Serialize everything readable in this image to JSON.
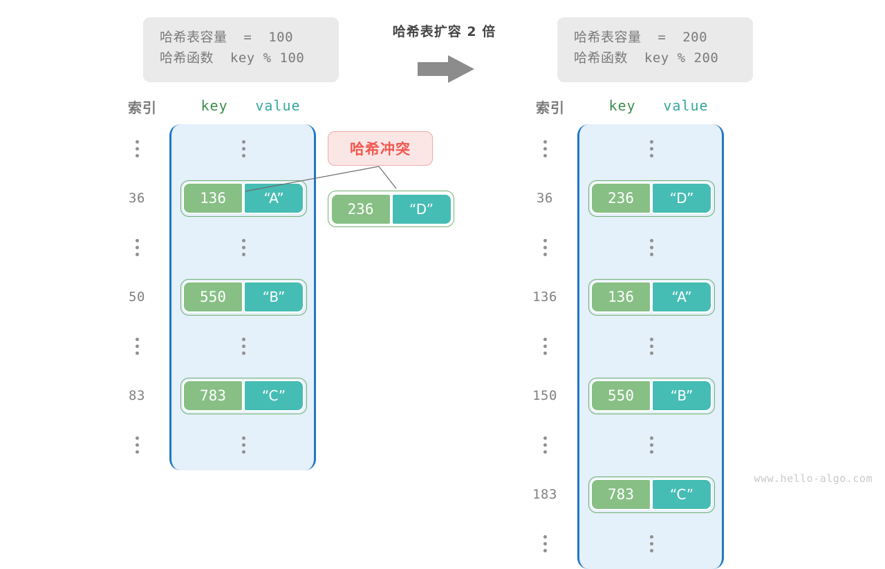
{
  "header": {
    "left_box": {
      "capacity_label": "哈希表容量",
      "capacity_text": "哈希表容量  =  100",
      "hashfn_text": "哈希函数  key % 100",
      "capacity_value": "100",
      "hash_function": "key % 100"
    },
    "right_box": {
      "capacity_label": "哈希表容量",
      "capacity_text": "哈希表容量  =  200",
      "hashfn_text": "哈希函数  key % 200",
      "capacity_value": "200",
      "hash_function": "key % 200"
    },
    "expand_title": "哈希表扩容 2 倍",
    "arrow_icon": "right-arrow-icon"
  },
  "columns": {
    "index_header": "索引",
    "key_header": "key",
    "value_header": "value"
  },
  "colors": {
    "bucket_fill": "#e4f0fa",
    "bucket_border": "#1f77c4",
    "key_cell": "#87bf85",
    "value_cell": "#46bdb4",
    "pair_border": "#6fb06f",
    "badge_fill": "#fbe6e6",
    "badge_border": "#f0a8a8",
    "badge_text": "#f2584f",
    "info_box": "#eaeaea",
    "arrow": "#8c8c8c"
  },
  "left_table": {
    "title": "哈希表容量 = 100",
    "rows": [
      {
        "type": "dots",
        "index": ""
      },
      {
        "type": "entry",
        "index": "36",
        "key": "136",
        "value": "“A”"
      },
      {
        "type": "dots",
        "index": ""
      },
      {
        "type": "entry",
        "index": "50",
        "key": "550",
        "value": "“B”"
      },
      {
        "type": "dots",
        "index": ""
      },
      {
        "type": "entry",
        "index": "83",
        "key": "783",
        "value": "“C”"
      },
      {
        "type": "dots",
        "index": ""
      }
    ]
  },
  "right_table": {
    "title": "哈希表容量 = 200",
    "rows": [
      {
        "type": "dots",
        "index": ""
      },
      {
        "type": "entry",
        "index": "36",
        "key": "236",
        "value": "“D”"
      },
      {
        "type": "dots",
        "index": ""
      },
      {
        "type": "entry",
        "index": "136",
        "key": "136",
        "value": "“A”"
      },
      {
        "type": "dots",
        "index": ""
      },
      {
        "type": "entry",
        "index": "150",
        "key": "550",
        "value": "“B”"
      },
      {
        "type": "dots",
        "index": ""
      },
      {
        "type": "entry",
        "index": "183",
        "key": "783",
        "value": "“C”"
      },
      {
        "type": "dots",
        "index": ""
      }
    ]
  },
  "collision": {
    "badge_label": "哈希冲突",
    "floating_pair": {
      "key": "236",
      "value": "“D”"
    }
  },
  "watermark": "www.hello-algo.com"
}
